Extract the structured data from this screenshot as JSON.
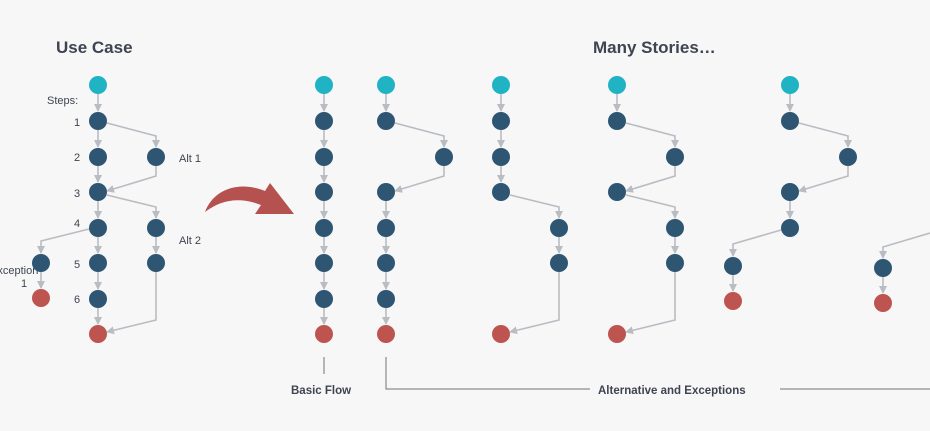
{
  "headings": {
    "use_case": "Use Case",
    "many_stories": "Many Stories…"
  },
  "labels": {
    "steps": "Steps:",
    "step_numbers": [
      "1",
      "2",
      "3",
      "4",
      "5",
      "6"
    ],
    "alt1": "Alt 1",
    "alt2": "Alt 2",
    "exception_line1": "Exception",
    "exception_line2": "1"
  },
  "captions": {
    "basic_flow": "Basic Flow",
    "alternatives": "Alternative and Exceptions"
  },
  "colors": {
    "start": "#1fb3c4",
    "step": "#2e5571",
    "end": "#bd5450",
    "edge": "#b9bcc1",
    "arrow": "#b5524f",
    "text": "#3f4451"
  },
  "icons": {
    "transition_arrow": "curved-arrow-icon"
  }
}
